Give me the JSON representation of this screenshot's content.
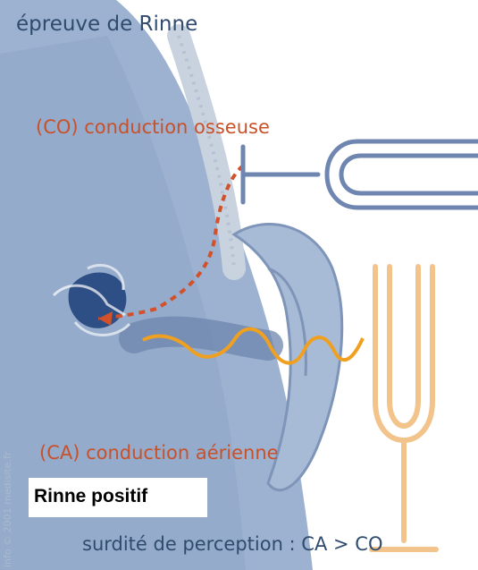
{
  "title": "épreuve de Rinne",
  "labels": {
    "bone_conduction": "(CO) conduction osseuse",
    "air_conduction": "(CA) conduction aérienne"
  },
  "badge": "Rinne positif",
  "footer": "surdité de perception : CA > CO",
  "copyright": "info © 2001 medisite.fr",
  "colors": {
    "background": "#ffffff",
    "head": "#9cb2d0",
    "title_text": "#2f4b6e",
    "label_text": "#c9512a",
    "bone_path": "#d2502a",
    "air_wave": "#f0a020",
    "blue_fork": "#6e86b0",
    "orange_fork": "#f2c48c"
  },
  "icons": {
    "blue_tuning_fork": "tuning-fork-icon",
    "orange_tuning_fork": "tuning-fork-icon"
  }
}
